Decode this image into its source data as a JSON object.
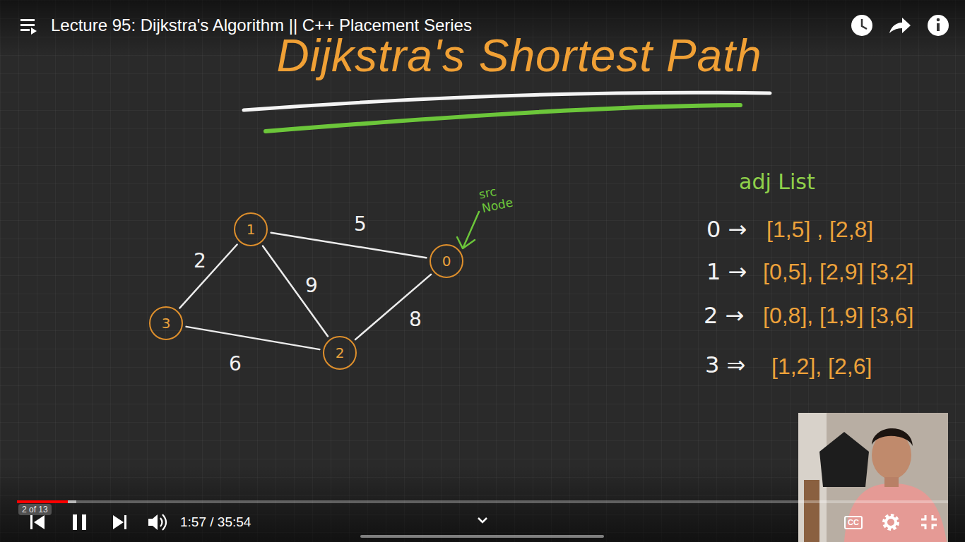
{
  "diagram": {
    "title": "Dijkstra's Shortest Path",
    "nodes": [
      {
        "text": [
          "1"
        ]
      },
      {
        "text": [
          "0"
        ]
      },
      {
        "text": [
          "3"
        ]
      },
      {
        "text": [
          "2"
        ]
      }
    ],
    "edges": [
      {
        "from": 0,
        "to": 1,
        "label": "5",
        "arrow": "none"
      },
      {
        "from": 0,
        "to": 2,
        "label": "2",
        "arrow": "none"
      },
      {
        "from": 0,
        "to": 3,
        "label": "9",
        "arrow": "none"
      },
      {
        "from": 1,
        "to": 3,
        "label": "8",
        "arrow": "none"
      },
      {
        "from": 2,
        "to": 3,
        "label": "6",
        "arrow": "none"
      }
    ],
    "labels": [
      "Lecture 95: Dijkstra's Algorithm || C++ Placement Series",
      "src Node",
      "adj List",
      "0 →",
      "[1,5] , [2,8]",
      "1 →",
      "[0,5], [2,9] [3,2]",
      "2 →",
      "[0,8], [1,9] [3,6]",
      "3 ⇒",
      "[1,2], [2,6]",
      "2 of 13",
      "1:57 / 35:54",
      "CC"
    ]
  }
}
